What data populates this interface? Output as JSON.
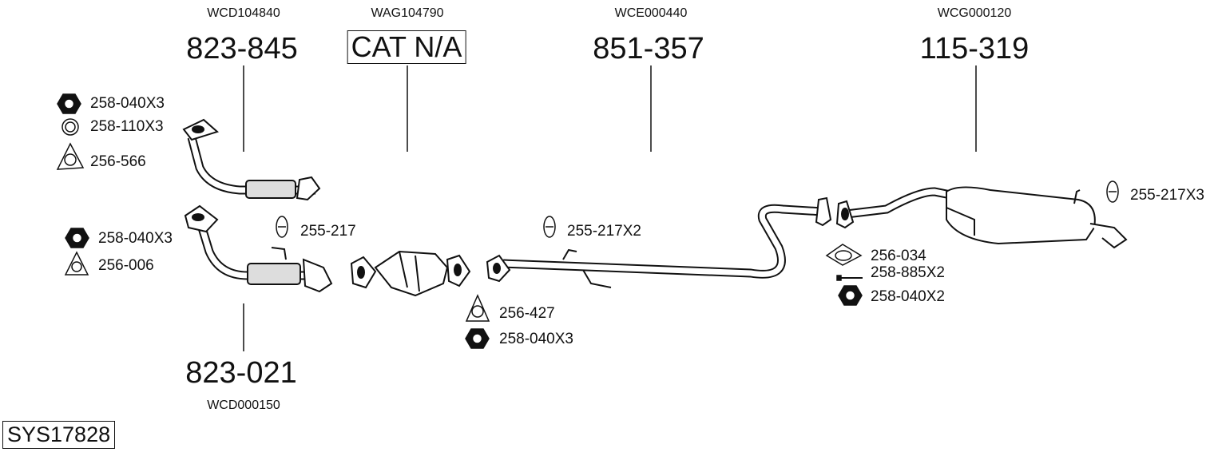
{
  "diagram": {
    "system_id": "SYS17828",
    "main_parts": [
      {
        "part": "823-845",
        "ref": "WCD104840"
      },
      {
        "part": "CAT N/A",
        "ref": "WAG104790"
      },
      {
        "part": "851-357",
        "ref": "WCE000440"
      },
      {
        "part": "115-319",
        "ref": "WCG000120"
      },
      {
        "part": "823-021",
        "ref": "WCD000150"
      }
    ],
    "accessories": [
      {
        "label": "258-040X3",
        "icon": "hex-nut-icon"
      },
      {
        "label": "258-110X3",
        "icon": "washer-ring-icon"
      },
      {
        "label": "256-566",
        "icon": "triangle-gasket-icon"
      },
      {
        "label": "258-040X3",
        "icon": "hex-nut-icon"
      },
      {
        "label": "256-006",
        "icon": "triangle-gasket-icon"
      },
      {
        "label": "255-217",
        "icon": "rubber-hanger-icon"
      },
      {
        "label": "255-217X2",
        "icon": "rubber-hanger-icon"
      },
      {
        "label": "256-427",
        "icon": "triangle-gasket-icon"
      },
      {
        "label": "258-040X3",
        "icon": "hex-nut-icon"
      },
      {
        "label": "256-034",
        "icon": "oval-gasket-icon"
      },
      {
        "label": "258-885X2",
        "icon": "bolt-icon"
      },
      {
        "label": "258-040X2",
        "icon": "hex-nut-icon"
      },
      {
        "label": "255-217X3",
        "icon": "rubber-hanger-icon"
      }
    ]
  }
}
